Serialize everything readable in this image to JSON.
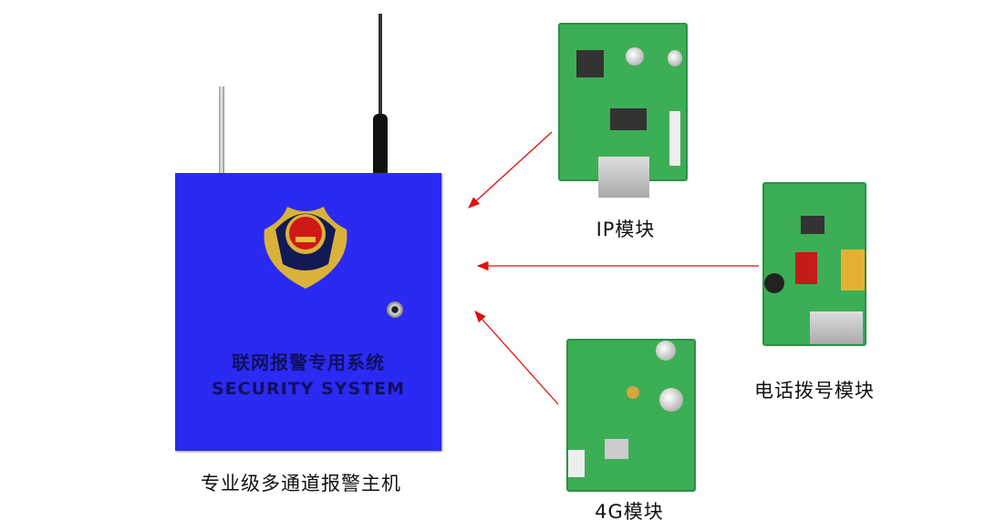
{
  "host": {
    "title_cn": "联网报警专用系统",
    "title_en": "SECURITY SYSTEM",
    "caption": "专业级多通道报警主机",
    "color": "#2b2af2"
  },
  "modules": [
    {
      "label": "IP模块"
    },
    {
      "label": "电话拨号模块"
    },
    {
      "label": "4G模块"
    }
  ],
  "arrow_color": "#e01010"
}
